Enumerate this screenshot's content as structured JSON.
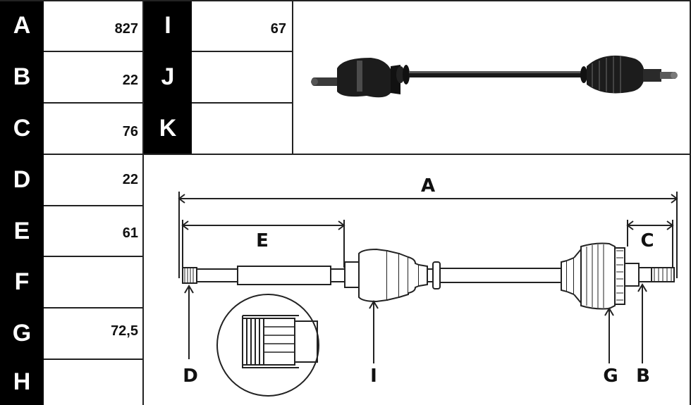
{
  "table": {
    "left_rows": [
      {
        "label": "A",
        "value": "827"
      },
      {
        "label": "B",
        "value": "22"
      },
      {
        "label": "C",
        "value": "76"
      },
      {
        "label": "D",
        "value": "22"
      },
      {
        "label": "E",
        "value": "61"
      },
      {
        "label": "F",
        "value": ""
      },
      {
        "label": "G",
        "value": "72,5"
      },
      {
        "label": "H",
        "value": ""
      }
    ],
    "right_rows": [
      {
        "label": "I",
        "value": "67"
      },
      {
        "label": "J",
        "value": ""
      },
      {
        "label": "K",
        "value": ""
      }
    ]
  },
  "diagram": {
    "dim_a": "A",
    "dim_e": "E",
    "dim_c": "C",
    "callout_d": "D",
    "callout_i": "I",
    "callout_g": "G",
    "callout_b": "B"
  },
  "colors": {
    "label_bg": "#000000",
    "label_fg": "#ffffff",
    "line": "#222222",
    "part": "#1c1c1c"
  }
}
